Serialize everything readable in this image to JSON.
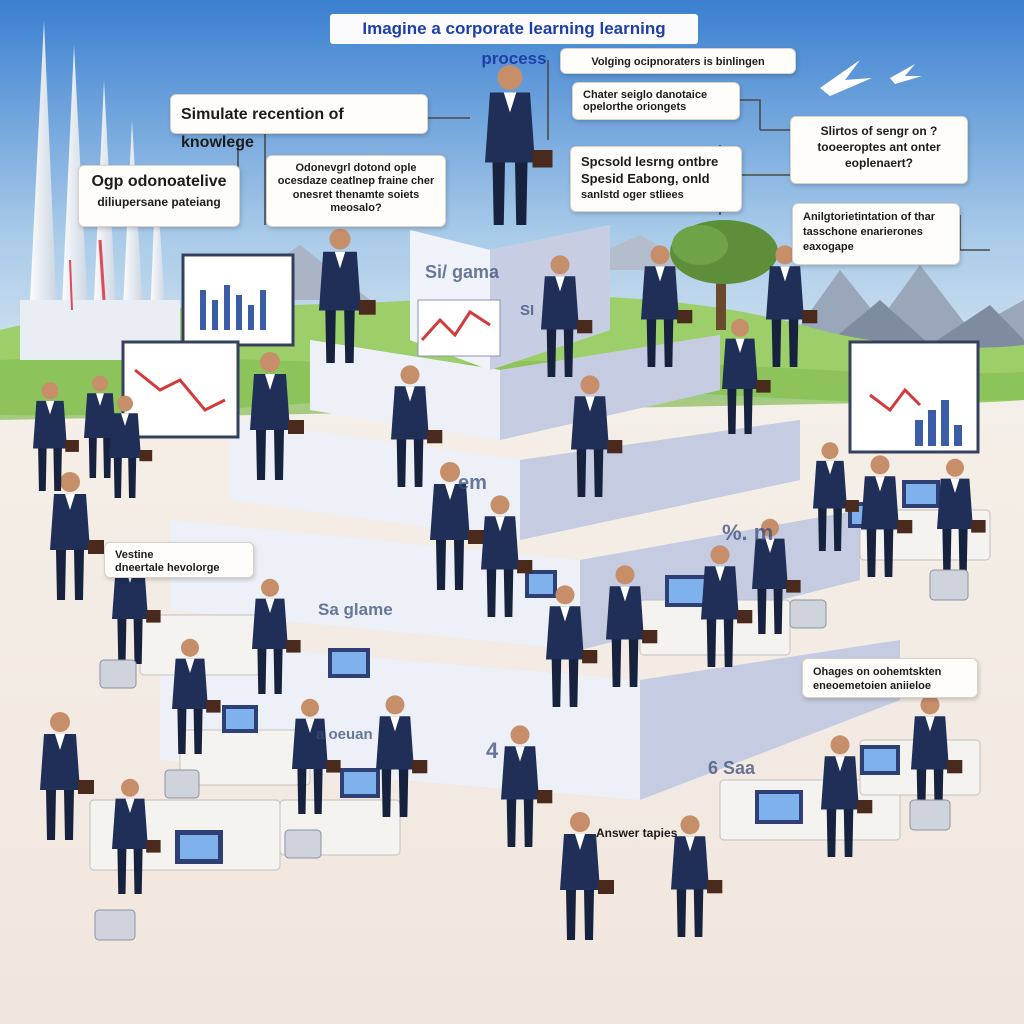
{
  "title": "Imagine a corporate learning learning process",
  "callouts": {
    "top_left_main": "Simulate recention of knowlege",
    "left_box_title": "Ogp odonoatelive",
    "left_box_sub": "diliupersane pateiang",
    "center_left_multiline": "Odonevgrl dotond ople ocesdaze ceatlnep fraine cher onesret thenamte soiets meosalo?",
    "top_right_tag": "Volging ocipnoraters is binlingen",
    "right_card_1": "Chater seiglo danotaice opelorthe oriongets",
    "right_card_2_title": "Spcsold lesrng ontbre",
    "right_card_2_line2": "Spesid Eabong, onld",
    "right_card_2_line3": "sanlstd oger stliees",
    "right_card_3": "Slirtos of sengr on ? tooeeroptes ant onter eoplenaert?",
    "right_card_4": "Anilgtorietintation of thar tasschone enarierones eaxogape",
    "left_lower_title": "Vestine",
    "left_lower_sub": "dneertale hevolorge",
    "right_lower": "Ohages on oohemtskten eneoemetoien aniieloe",
    "bottom_center": "Answer tapies"
  },
  "step_labels": {
    "top_block": "Si/ gama",
    "top_side": "SI",
    "mid_block": "em",
    "mid_side": "%. m",
    "lower_block": "Sa glame",
    "lower_side": "a oeuan",
    "bottom_block": "6 Saa",
    "bottom_side": "4"
  },
  "colors": {
    "sky_top": "#3a7fd0",
    "sky_bottom": "#dbe9f3",
    "ground": "#f3ece6",
    "grass": "#9ccf6a",
    "suit": "#1f2f57",
    "block_face": "#eef0f8",
    "block_side": "#c5cbe0",
    "chart_red": "#d23b3b",
    "title_blue": "#1f3fa8"
  },
  "icons": [
    "spire-tower",
    "bird",
    "tree",
    "mountain",
    "monitor",
    "laptop",
    "briefcase",
    "desk-chair",
    "whiteboard-chart"
  ]
}
